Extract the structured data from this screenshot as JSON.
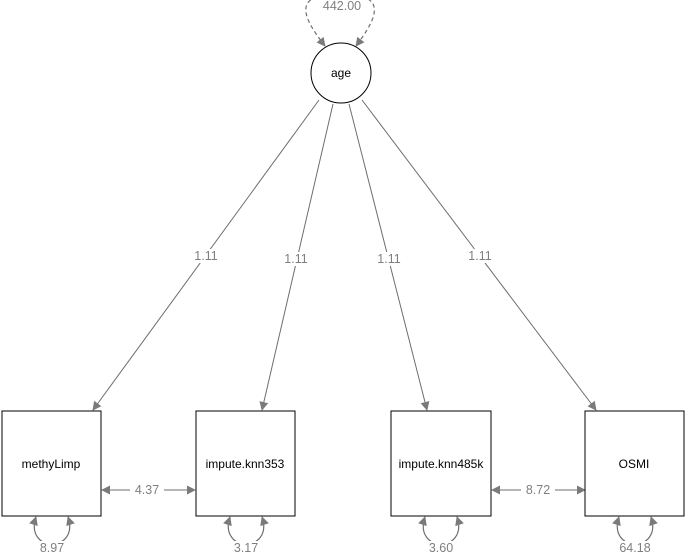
{
  "latent": {
    "id": "age",
    "label": "age",
    "variance": "442.00"
  },
  "observed": [
    {
      "id": "methyLimp",
      "label": "methyLimp",
      "variance": "8.97"
    },
    {
      "id": "impute_knn353",
      "label": "impute.knn353",
      "variance": "3.17"
    },
    {
      "id": "impute_knn485k",
      "label": "impute.knn485k",
      "variance": "3.60"
    },
    {
      "id": "OSMI",
      "label": "OSMI",
      "variance": "64.18"
    }
  ],
  "loadings": [
    {
      "to": "methyLimp",
      "value": "1.11"
    },
    {
      "to": "impute_knn353",
      "value": "1.11"
    },
    {
      "to": "impute_knn485k",
      "value": "1.11"
    },
    {
      "to": "OSMI",
      "value": "1.11"
    }
  ],
  "covariances": [
    {
      "from": "methyLimp",
      "to": "impute_knn353",
      "value": "4.37"
    },
    {
      "from": "impute_knn485k",
      "to": "OSMI",
      "value": "8.72"
    }
  ],
  "colors": {
    "edge": "#6e6e6e",
    "edge_label": "#7f7f7f",
    "node_border": "#000000"
  }
}
